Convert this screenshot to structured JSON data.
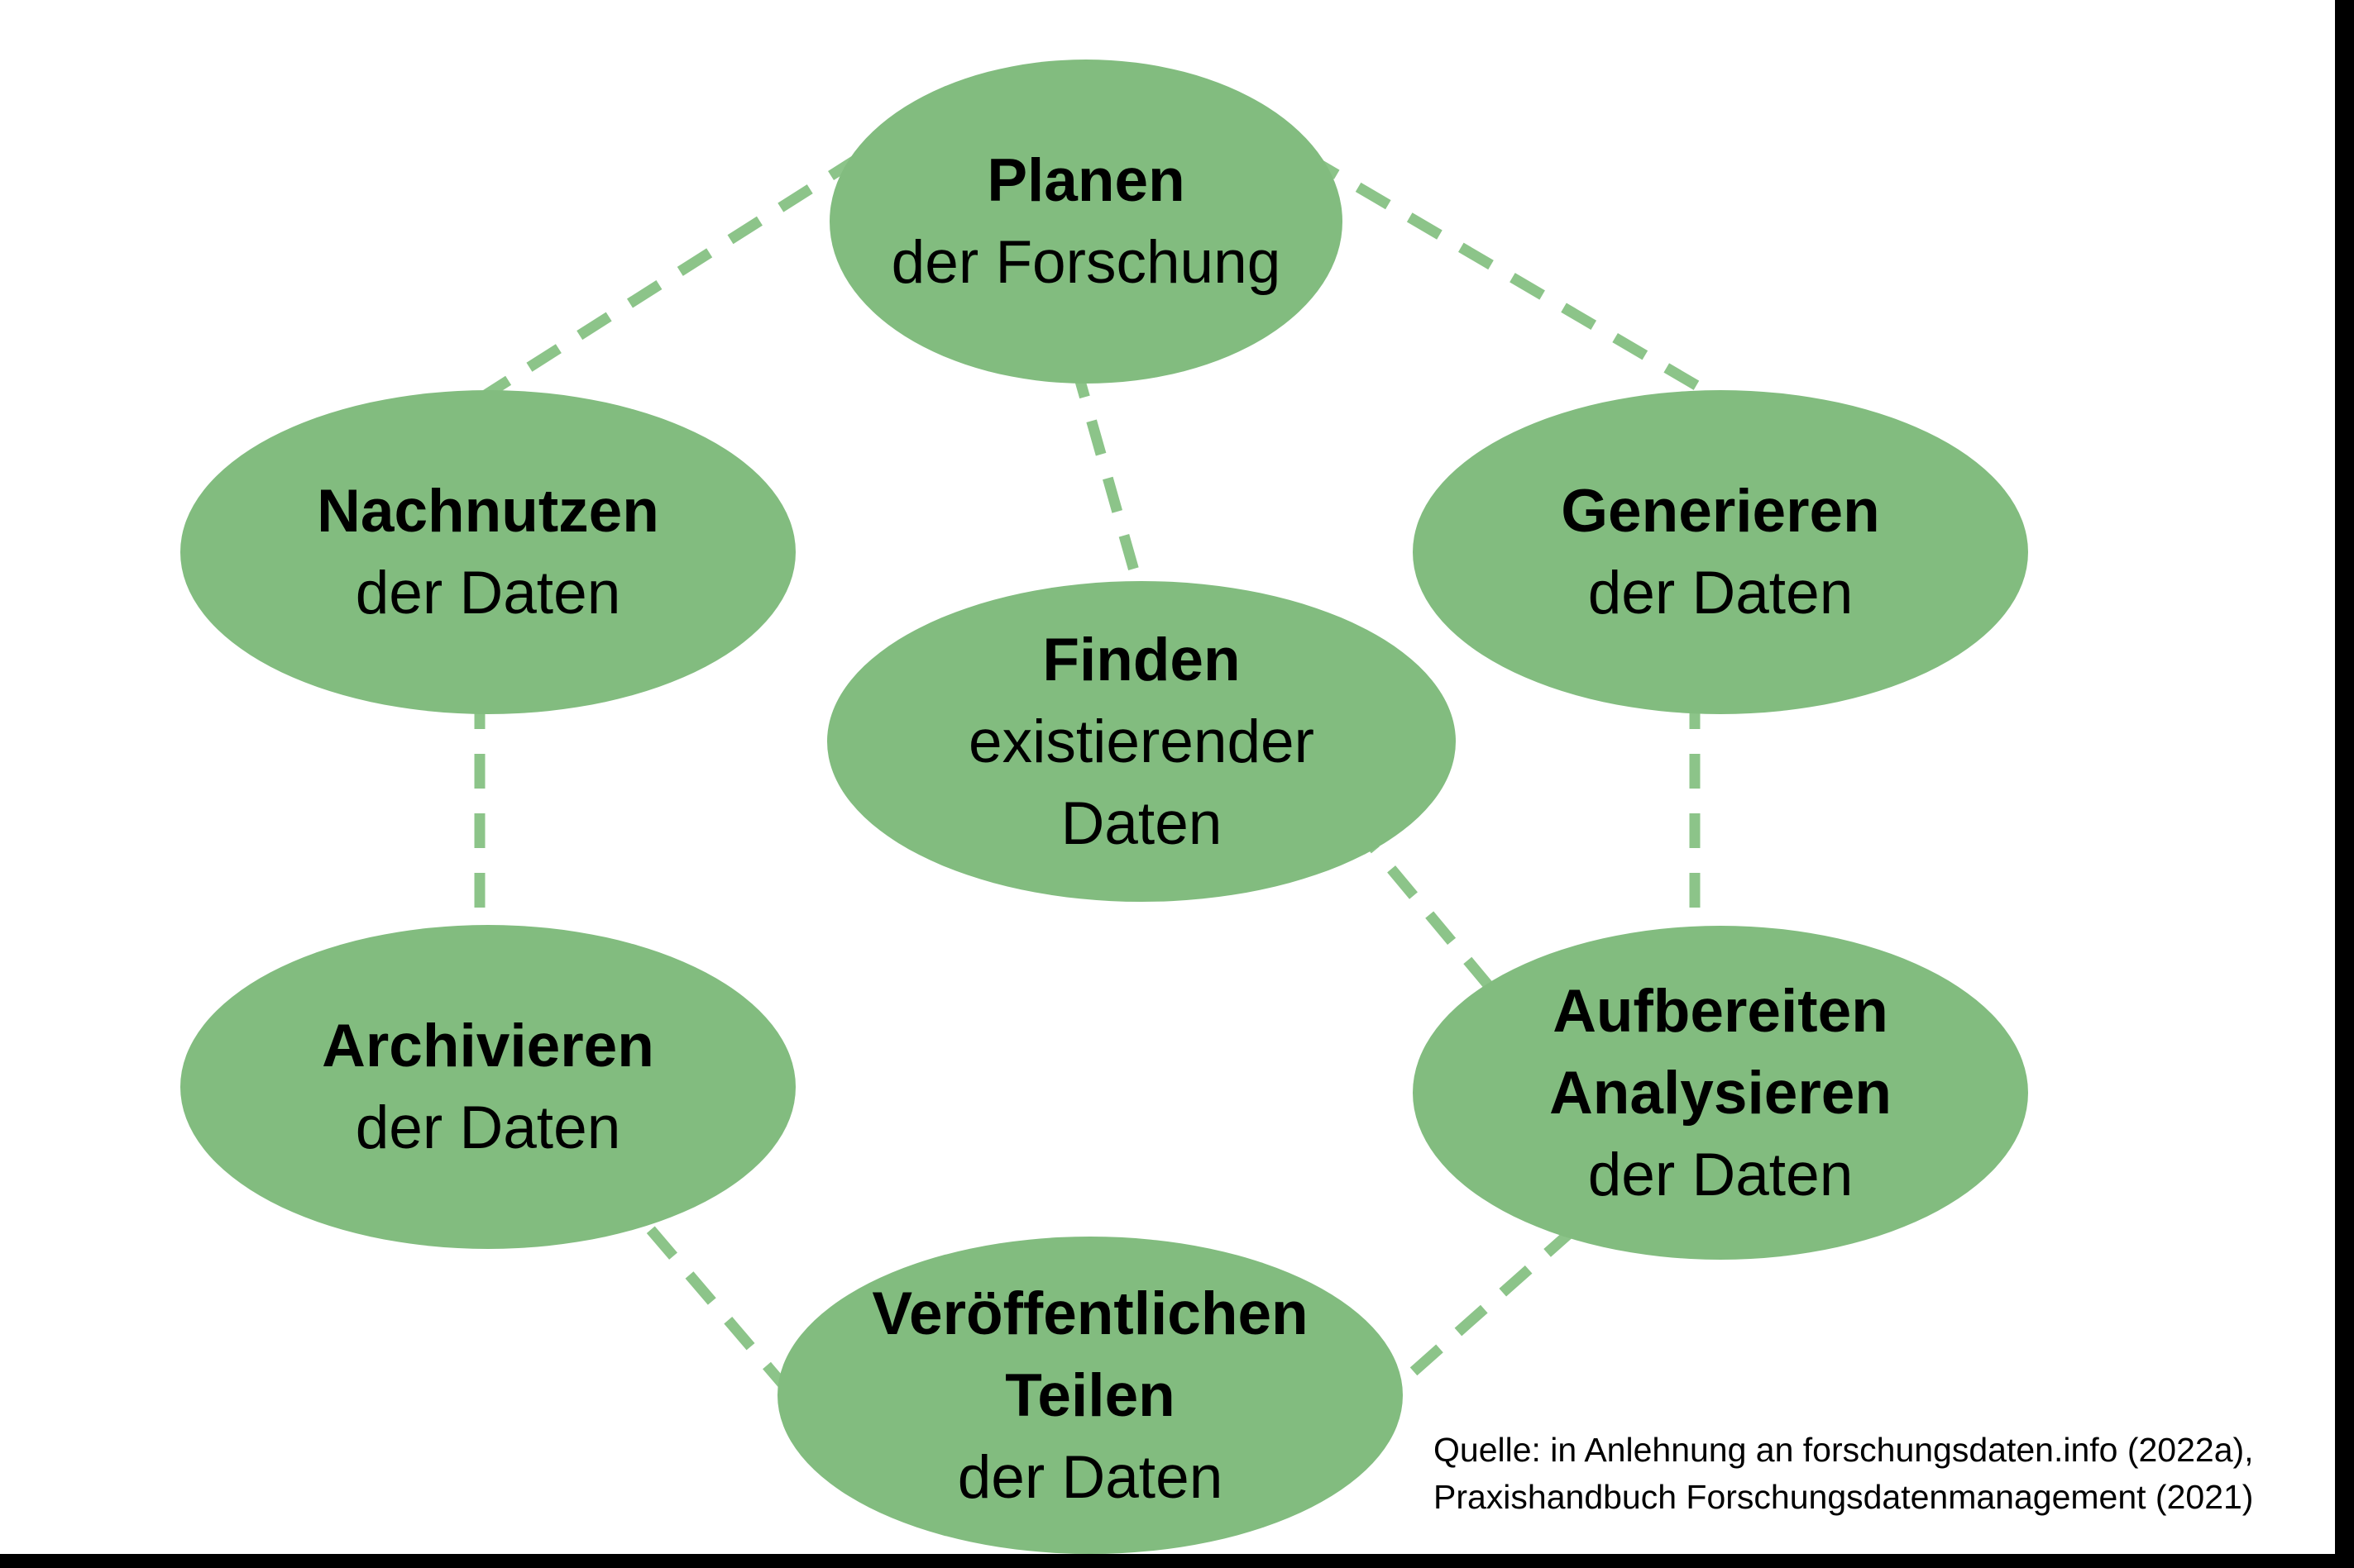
{
  "colors": {
    "background": "#ffffff",
    "ellipse_fill": "#82bc7f",
    "connector": "#8cc489",
    "text": "#000000",
    "frame_bar": "#000000"
  },
  "nodes": [
    {
      "id": "planen",
      "lines": [
        {
          "text": "Planen"
        },
        {
          "text": "der Forschung"
        }
      ]
    },
    {
      "id": "nachnutzen",
      "lines": [
        {
          "text": "Nachnutzen"
        },
        {
          "text": "der Daten"
        }
      ]
    },
    {
      "id": "generieren",
      "lines": [
        {
          "text": "Generieren"
        },
        {
          "text": "der Daten"
        }
      ]
    },
    {
      "id": "finden",
      "lines": [
        {
          "text": "Finden"
        },
        {
          "text": "existierender"
        },
        {
          "text": "Daten"
        }
      ]
    },
    {
      "id": "archivieren",
      "lines": [
        {
          "text": "Archivieren"
        },
        {
          "text": "der Daten"
        }
      ]
    },
    {
      "id": "aufbereiten-analysieren",
      "lines": [
        {
          "text": "Aufbereiten"
        },
        {
          "text": "Analysieren"
        },
        {
          "text": "der Daten"
        }
      ]
    },
    {
      "id": "veroeffentlichen-teilen",
      "lines": [
        {
          "text": "Veröffentlichen"
        },
        {
          "text": "Teilen"
        },
        {
          "text": "der Daten"
        }
      ]
    }
  ],
  "source_note": {
    "line1": "Quelle: in Anlehnung an forschungsdaten.info (2022a),",
    "line2": "Praxishandbuch Forschungsdatenmanagement (2021)"
  }
}
